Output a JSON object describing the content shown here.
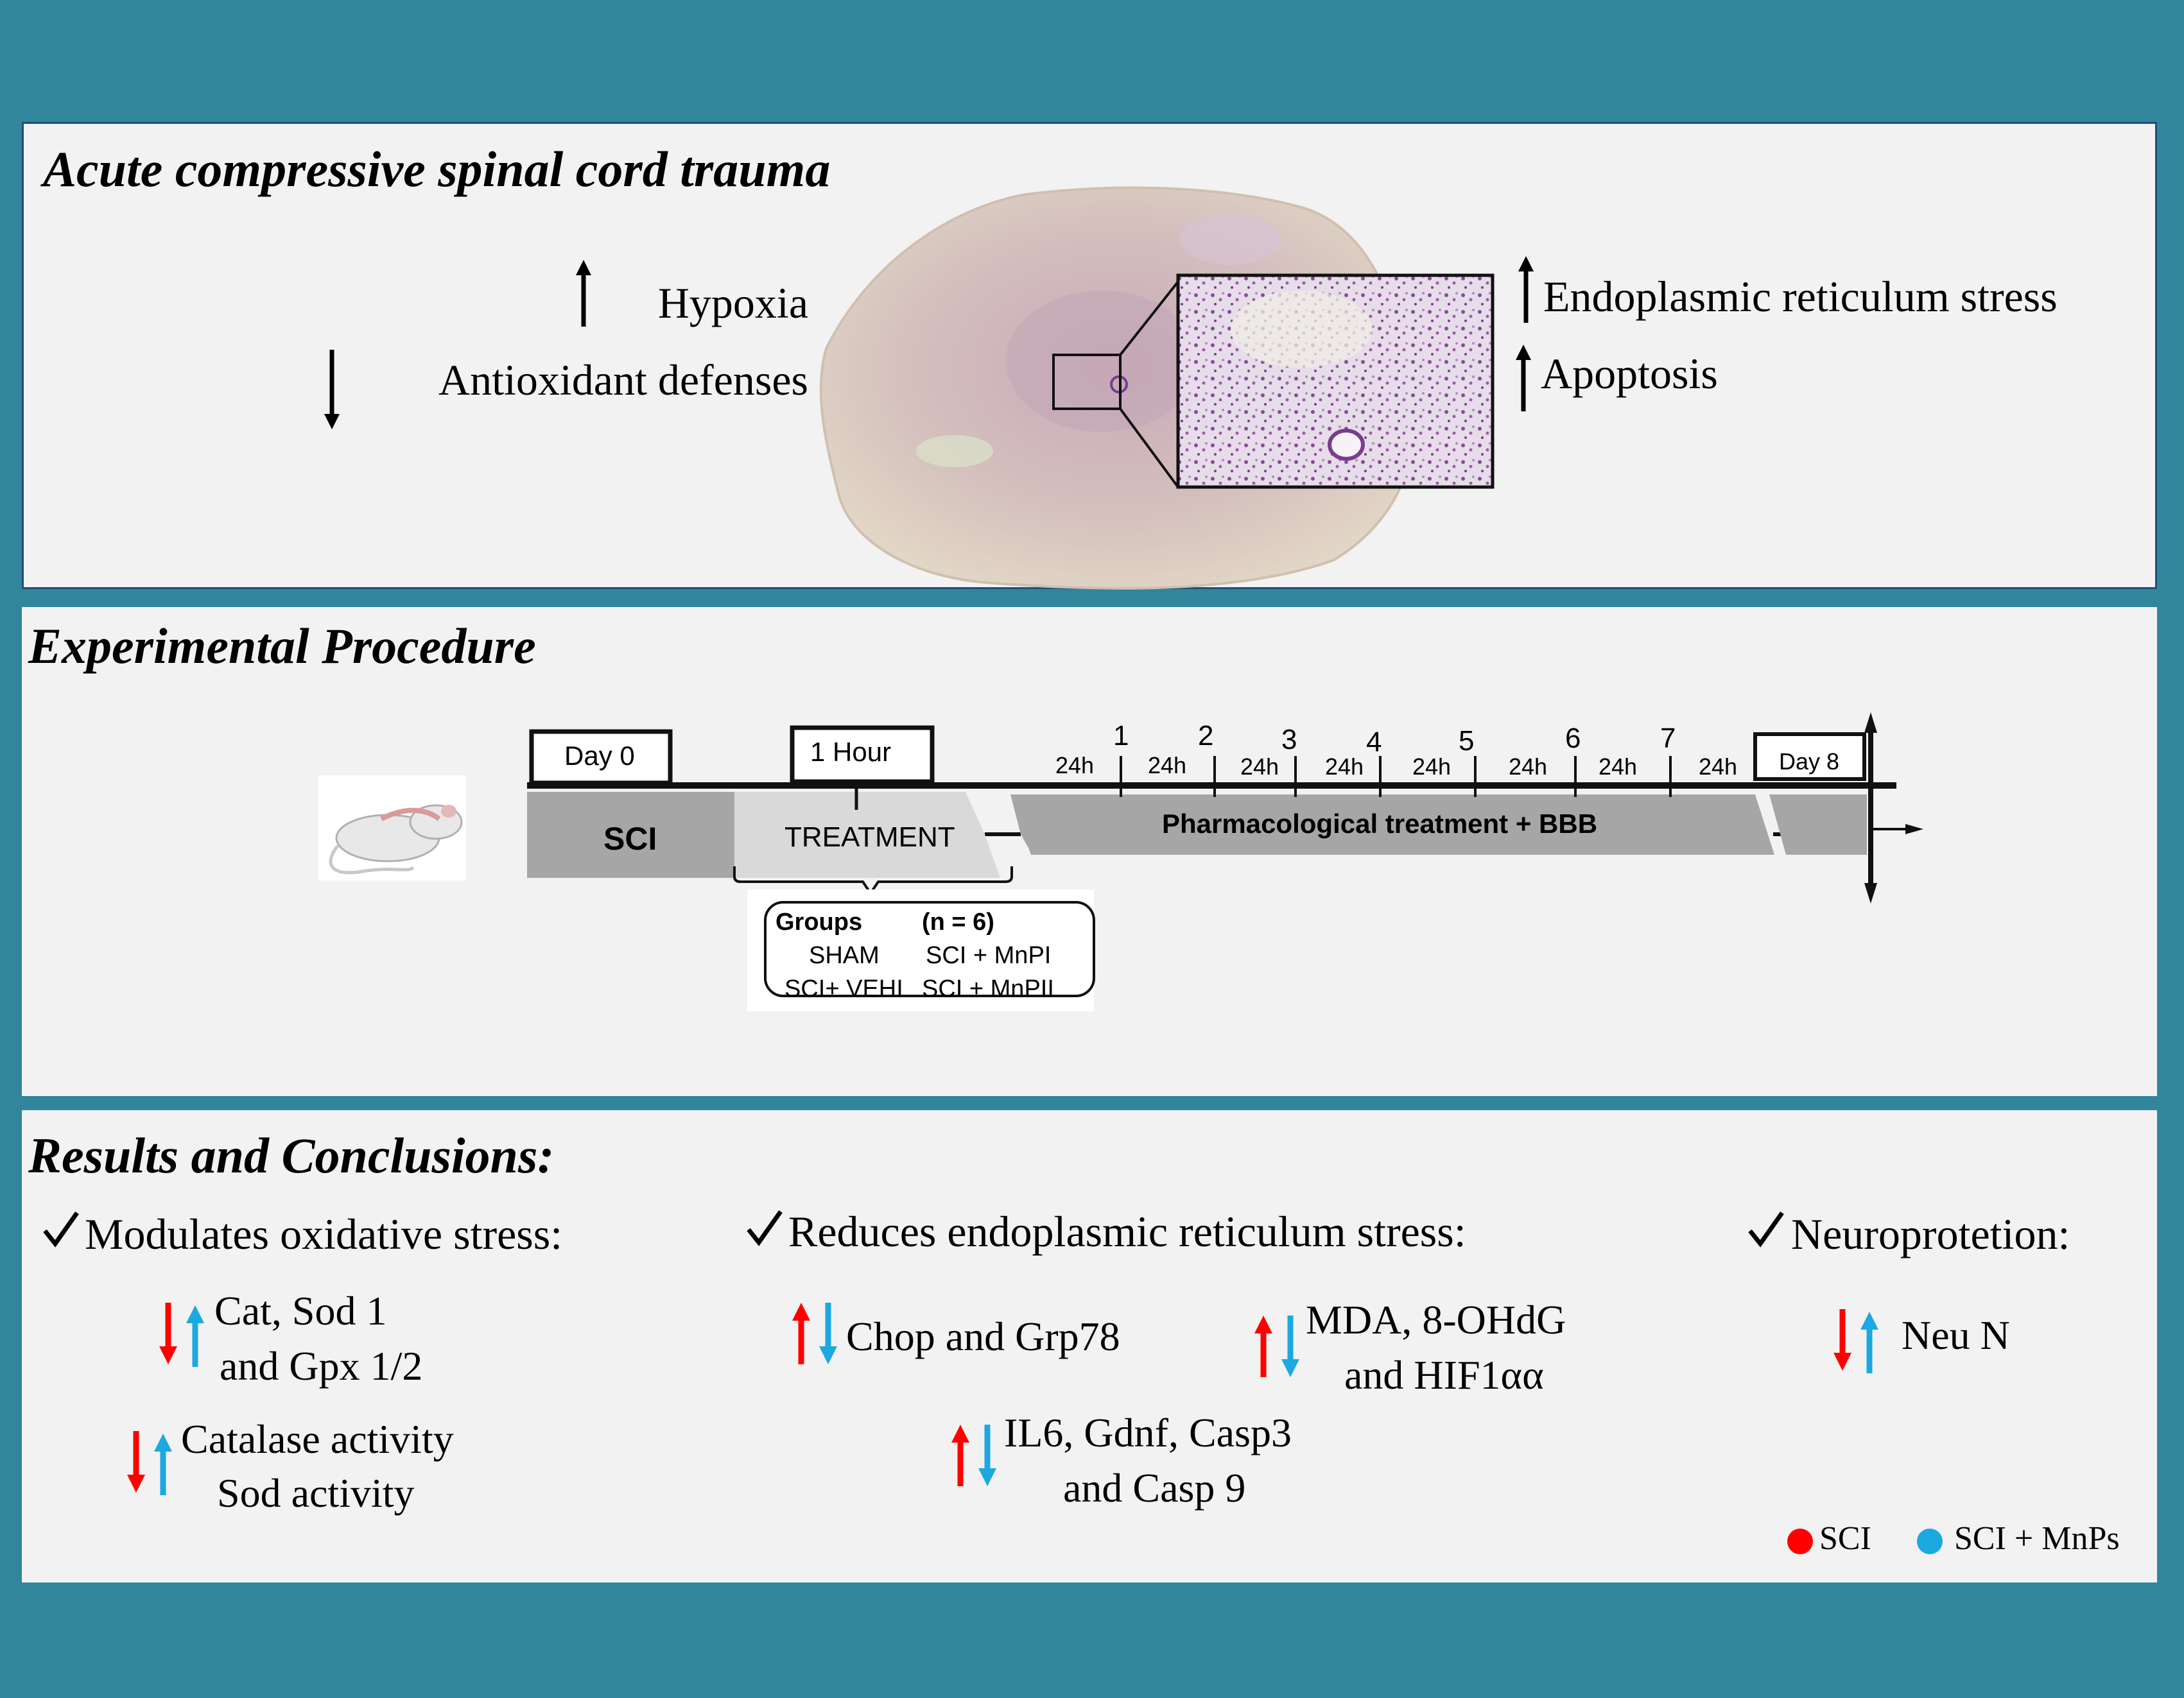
{
  "panel1": {
    "title": "Acute compressive spinal cord trauma",
    "left_items": [
      {
        "label": "Hypoxia",
        "direction": "up"
      },
      {
        "label": "Antioxidant defenses",
        "direction": "down"
      }
    ],
    "right_items": [
      {
        "label": "Endoplasmic reticulum stress",
        "direction": "up"
      },
      {
        "label": "Apoptosis",
        "direction": "up"
      }
    ]
  },
  "panel2": {
    "title": "Experimental Procedure",
    "box_day0": "Day 0",
    "box_hour": "1 Hour",
    "box_day8": "Day 8",
    "bar_sci": "SCI",
    "bar_treatment": "TREATMENT",
    "bar_pharma": "Pharmacological treatment + BBB",
    "day_numbers": [
      "1",
      "2",
      "3",
      "4",
      "5",
      "6",
      "7"
    ],
    "interval_label": "24h",
    "groups": {
      "header": "Groups",
      "n": "(n = 6)",
      "g1": "SHAM",
      "g2": "SCI + MnPI",
      "g3": "SCI+ VEHI",
      "g4": "SCI + MnPII"
    }
  },
  "panel3": {
    "title": "Results and Conclusions:",
    "col1": {
      "heading": "Modulates oxidative stress:",
      "item1_line1": "Cat, Sod 1",
      "item1_line2": "and Gpx 1/2",
      "item2_line1": "Catalase activity",
      "item2_line2": "Sod activity"
    },
    "col2": {
      "heading": "Reduces endoplasmic reticulum stress:",
      "item1": "Chop and Grp78",
      "item2_line1": "MDA, 8-OHdG",
      "item2_line2": "and HIF1αα",
      "item3_line1": "IL6, Gdnf, Casp3",
      "item3_line2": "and Casp 9"
    },
    "col3": {
      "heading": "Neuroprotetion:",
      "item1": "Neu N"
    },
    "legend": [
      {
        "label": "SCI",
        "color": "#ff0000"
      },
      {
        "label": "SCI + MnPs",
        "color": "#1ca8e0"
      }
    ]
  },
  "colors": {
    "background": "#31869b",
    "panel": "#f2f2f2",
    "red": "#ff0000",
    "blue": "#1ca8e0"
  }
}
